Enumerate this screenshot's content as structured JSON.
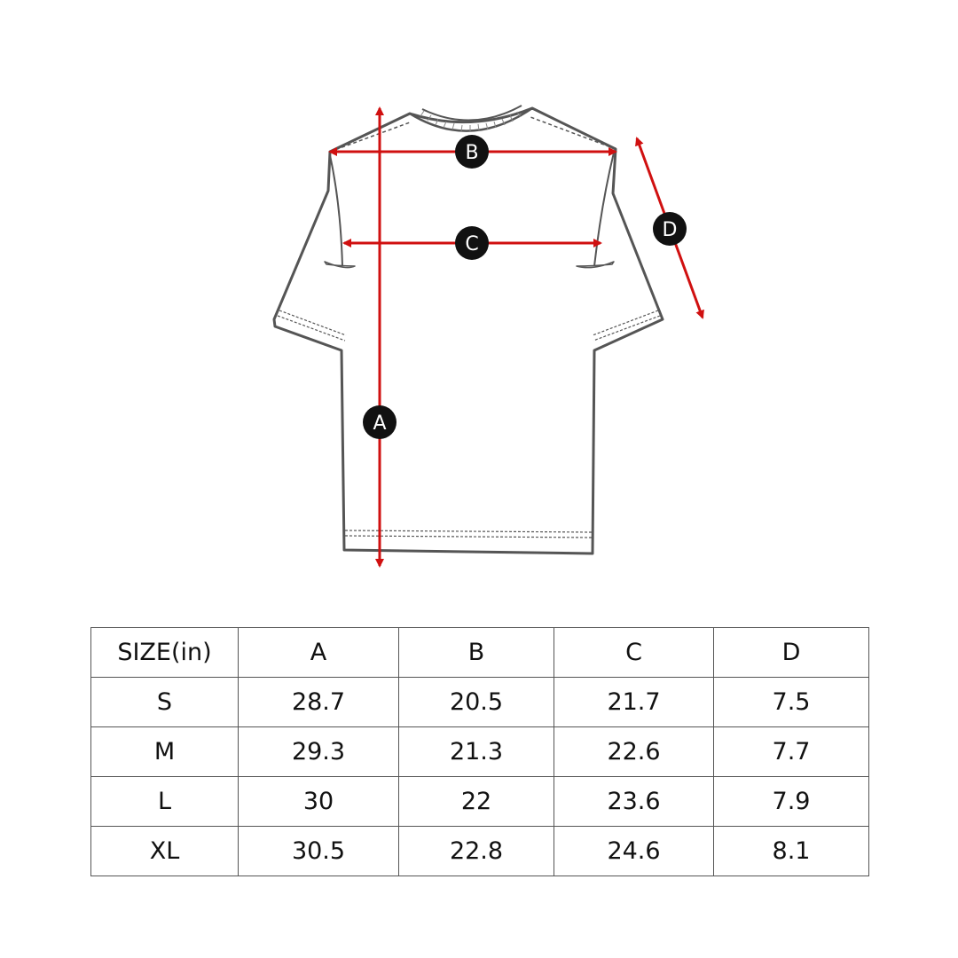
{
  "colors": {
    "arrow": "#d01010",
    "badge": "#111111",
    "garment_outline": "#555555",
    "table_border": "#555555"
  },
  "diagram": {
    "markers": {
      "A": "A",
      "B": "B",
      "C": "C",
      "D": "D"
    }
  },
  "table": {
    "headers": [
      "SIZE(in)",
      "A",
      "B",
      "C",
      "D"
    ],
    "rows": [
      [
        "S",
        "28.7",
        "20.5",
        "21.7",
        "7.5"
      ],
      [
        "M",
        "29.3",
        "21.3",
        "22.6",
        "7.7"
      ],
      [
        "L",
        "30",
        "22",
        "23.6",
        "7.9"
      ],
      [
        "XL",
        "30.5",
        "22.8",
        "24.6",
        "8.1"
      ]
    ]
  }
}
